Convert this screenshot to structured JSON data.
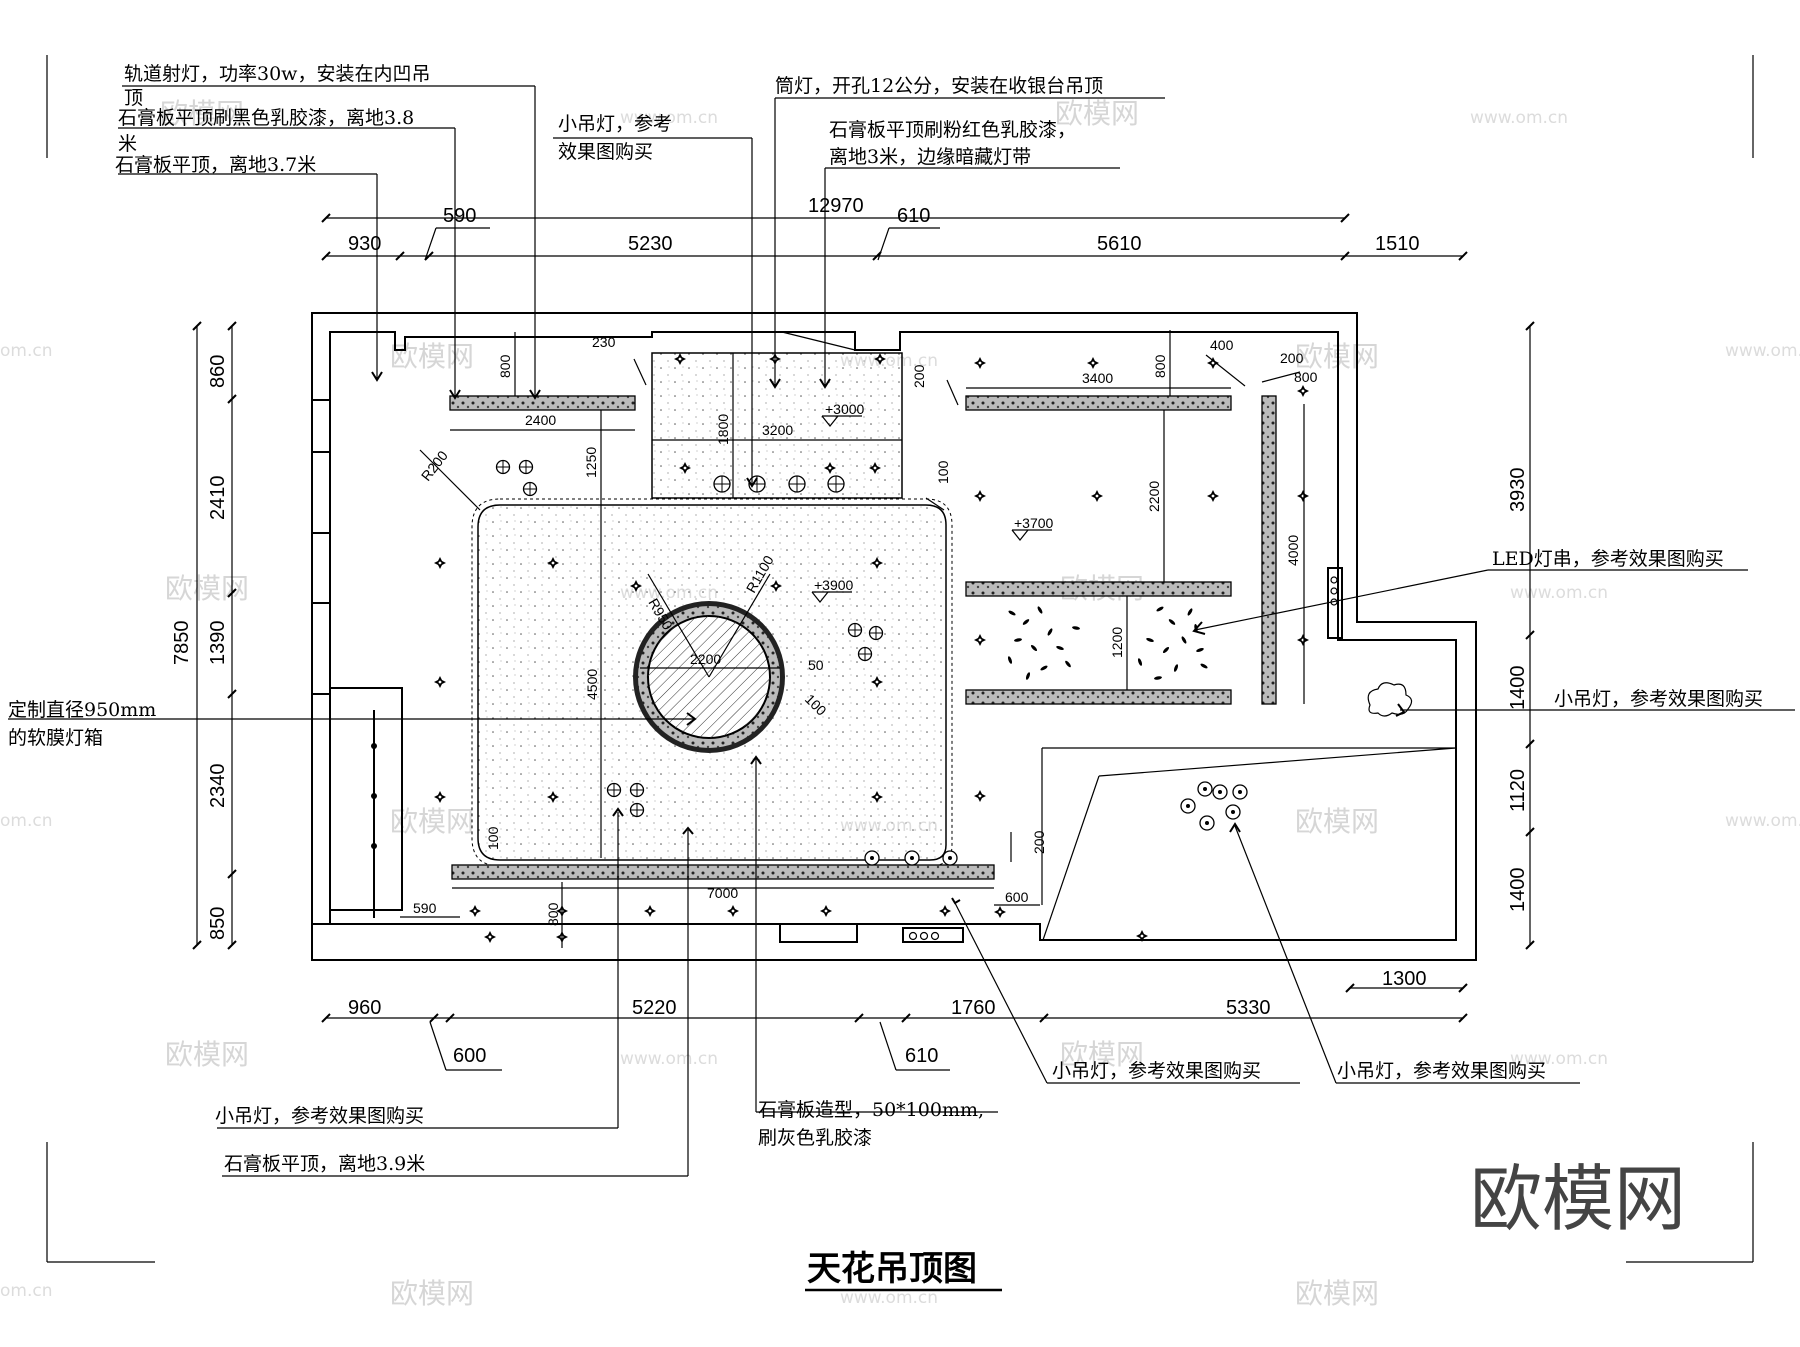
{
  "drawing": {
    "title": "天花吊顶图",
    "brand_watermark": "欧模网",
    "watermark_text": "欧模网",
    "watermark_url": "www.om.cn",
    "watermark_edge": "om.cn"
  },
  "annotations": {
    "track_spotlight_1": "轨道射灯，功率30w，安装在内凹吊",
    "track_spotlight_2": "顶",
    "black_ceiling_1": "石膏板平顶刷黑色乳胶漆，离地3.8",
    "black_ceiling_2": "米",
    "flat_ceiling_37": "石膏板平顶，离地3.7米",
    "pendant_top_1": "小吊灯，参考",
    "pendant_top_2": "效果图购买",
    "downlight": "筒灯，开孔12公分，安装在收银台吊顶",
    "pink_ceiling_1": "石膏板平顶刷粉红色乳胶漆，",
    "pink_ceiling_2": "离地3米，边缘暗藏灯带",
    "led_string": "LED灯串，参考效果图购买",
    "pendant_right": "小吊灯，参考效果图购买",
    "lightbox_1": "定制直径950mm",
    "lightbox_2": "的软膜灯箱",
    "pendant_bottom_left": "小吊灯，参考效果图购买",
    "flat_ceiling_39": "石膏板平顶，离地3.9米",
    "gypsum_shape_1": "石膏板造型，50*100mm,",
    "gypsum_shape_2": "刷灰色乳胶漆",
    "pendant_bottom_mid": "小吊灯，参考效果图购买",
    "pendant_bottom_right": "小吊灯，参考效果图购买"
  },
  "dimensions": {
    "top_overall": "12970",
    "top_sub_1": "590",
    "top_sub_2": "610",
    "top_930": "930",
    "top_5230": "5230",
    "top_5610": "5610",
    "top_1510": "1510",
    "left_overall": "7850",
    "left_860": "860",
    "left_2410": "2410",
    "left_1390": "1390",
    "left_2340": "2340",
    "left_850": "850",
    "right_3930": "3930",
    "right_1400a": "1400",
    "right_1120": "1120",
    "right_1400b": "1400",
    "bottom_960": "960",
    "bottom_5220": "5220",
    "bottom_1760": "1760",
    "bottom_5330": "5330",
    "bottom_600": "600",
    "bottom_610": "610",
    "bottom_1300": "1300",
    "in_800a": "800",
    "in_2400": "2400",
    "in_230": "230",
    "in_1800": "1800",
    "in_3200": "3200",
    "in_1250": "1250",
    "in_R200": "R200",
    "in_100a": "100",
    "in_200a": "200",
    "in_3400": "3400",
    "in_800b": "800",
    "in_400": "400",
    "in_200b": "200",
    "in_800c": "800",
    "in_2200v": "2200",
    "in_4000": "4000",
    "in_1200": "1200",
    "in_R950": "R950",
    "in_R1100": "R1100",
    "in_2200h": "2200",
    "in_50": "50",
    "in_100b": "100",
    "in_4500": "4500",
    "in_100c": "100",
    "in_7000": "7000",
    "in_590": "590",
    "in_800d": "800",
    "in_600": "600",
    "in_200c": "200",
    "lvl_3000": "+3000",
    "lvl_3700": "+3700",
    "lvl_3900": "+3900"
  }
}
